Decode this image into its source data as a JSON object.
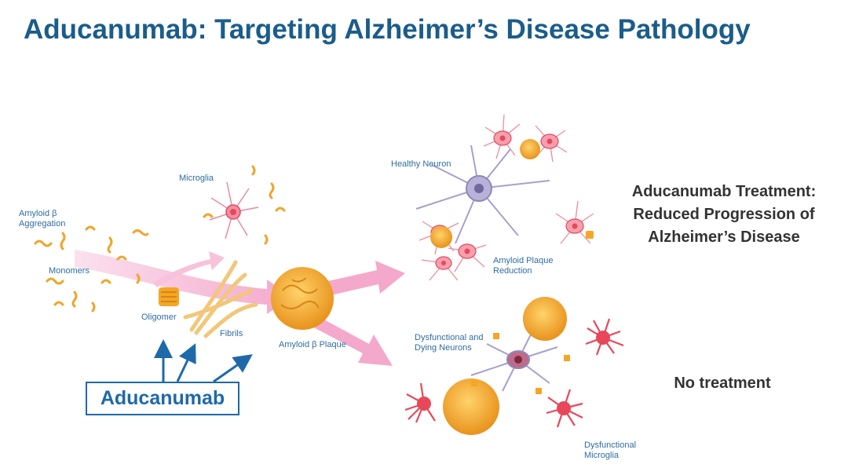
{
  "title": "Aducanumab: Targeting Alzheimer’s Disease Pathology",
  "labels": {
    "amyloid_aggregation": [
      "Amyloid β",
      "Aggregation"
    ],
    "monomers": "Monomers",
    "microglia": "Microglia",
    "oligomer": "Oligomer",
    "fibrils": "Fibrils",
    "plaque": "Amyloid β Plaque",
    "healthy_neuron": "Healthy Neuron",
    "plaque_reduction": [
      "Amyloid Plaque",
      "Reduction"
    ],
    "dysfunctional_neurons": [
      "Dysfunctional and",
      "Dying Neurons"
    ],
    "dysfunctional_microglia": [
      "Dysfunctional",
      "Microglia"
    ]
  },
  "outcomes": {
    "treatment": [
      "Aducanumab Treatment:",
      "Reduced Progression of",
      "Alzheimer’s Disease"
    ],
    "no_treatment": "No treatment"
  },
  "drug": {
    "name": "Aducanumab"
  },
  "colors": {
    "title": "#1a5d8a",
    "label": "#2e6da4",
    "drug_box": "#1e6aa8",
    "arrow_pink": "#f4b6d2",
    "amyloid": "#f5a623",
    "neuron_healthy": "#8e88b8",
    "microglia": "#e8475a"
  }
}
